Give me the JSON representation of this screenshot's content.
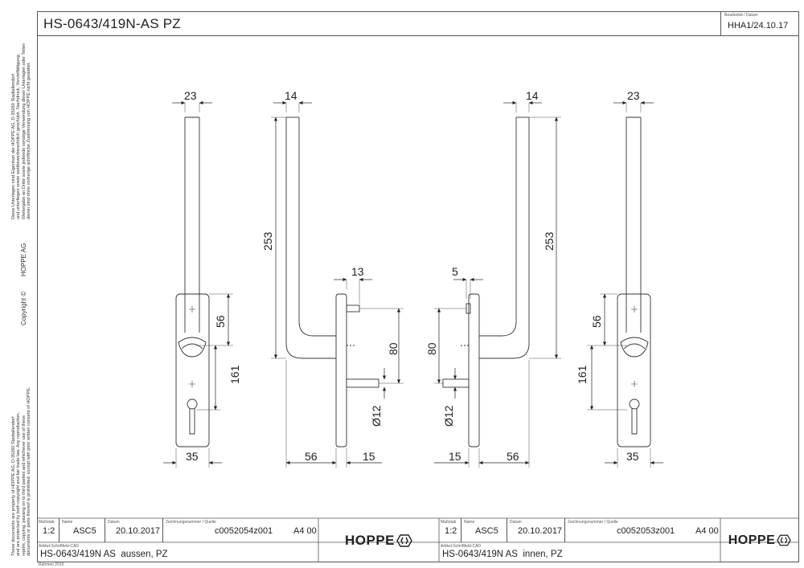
{
  "drawing": {
    "title": "HS-0643/419N-AS PZ",
    "header_label": "Bearbeitet / Datum",
    "header_value": "HHA1/24.10.17"
  },
  "side_text": {
    "copyright": "Copyright ©",
    "company": "HOPPE AG",
    "german_lines": [
      "Diese Unterlagen sind Eigentum der HOPPE AG, D-35260 Stadtallendorf",
      "und unterliegen sowie wettbewerbsrechtlich geschützt. Nachdruck, Vervielfältigung,",
      "Weitergabe an Dritte sowie jedwede sonstige Verwendung dieser Unterlagen oder Teilen",
      "davon sind ohne vorherige schriftliche Zustimmung von HOPPE nicht gestattet."
    ],
    "english_lines": [
      "These documents are property of HOPPE AG, D-35260 Stadtallendorf",
      "and are protected by both copyright and fair trade law. Any reproduction,",
      "reprint, copying, passing on to third parties and whichever use of these",
      "documents or parts thereof is prohibited, except with prior written consent of HOPPE."
    ]
  },
  "dimensions": {
    "d23": "23",
    "d14": "14",
    "d13": "13",
    "d5": "5",
    "d253": "253",
    "d56": "56",
    "d161": "161",
    "d80": "80",
    "d12": "Ø12",
    "d35": "35",
    "d15": "15"
  },
  "title_blocks": [
    {
      "scale_label": "Maßstab",
      "scale": "1:2",
      "name_label": "Name",
      "name": "ASC5",
      "date_label": "Datum",
      "date": "20.10.2017",
      "drawing_no_label": "Zeichnungsnummer / Quelle",
      "drawing_no": "c0052054z001",
      "format": "A4 00",
      "article_label": "Artikel-Schriftfeld-CAD",
      "article": "HS-0643/419N AS",
      "article_suffix": "aussen, PZ",
      "logo": "HOPPE"
    },
    {
      "scale_label": "Maßstab",
      "scale": "1:2",
      "name_label": "Name",
      "name": "ASC5",
      "date_label": "Datum",
      "date": "20.10.2017",
      "drawing_no_label": "Zeichnungsnummer / Quelle",
      "drawing_no": "c0052053z001",
      "format": "A4 00",
      "article_label": "Artikel-Schriftfeld-CAD",
      "article": "HS-0643/419N AS",
      "article_suffix": "innen, PZ",
      "logo": "HOPPE"
    }
  ],
  "footer_note": "Rahmen 2016"
}
